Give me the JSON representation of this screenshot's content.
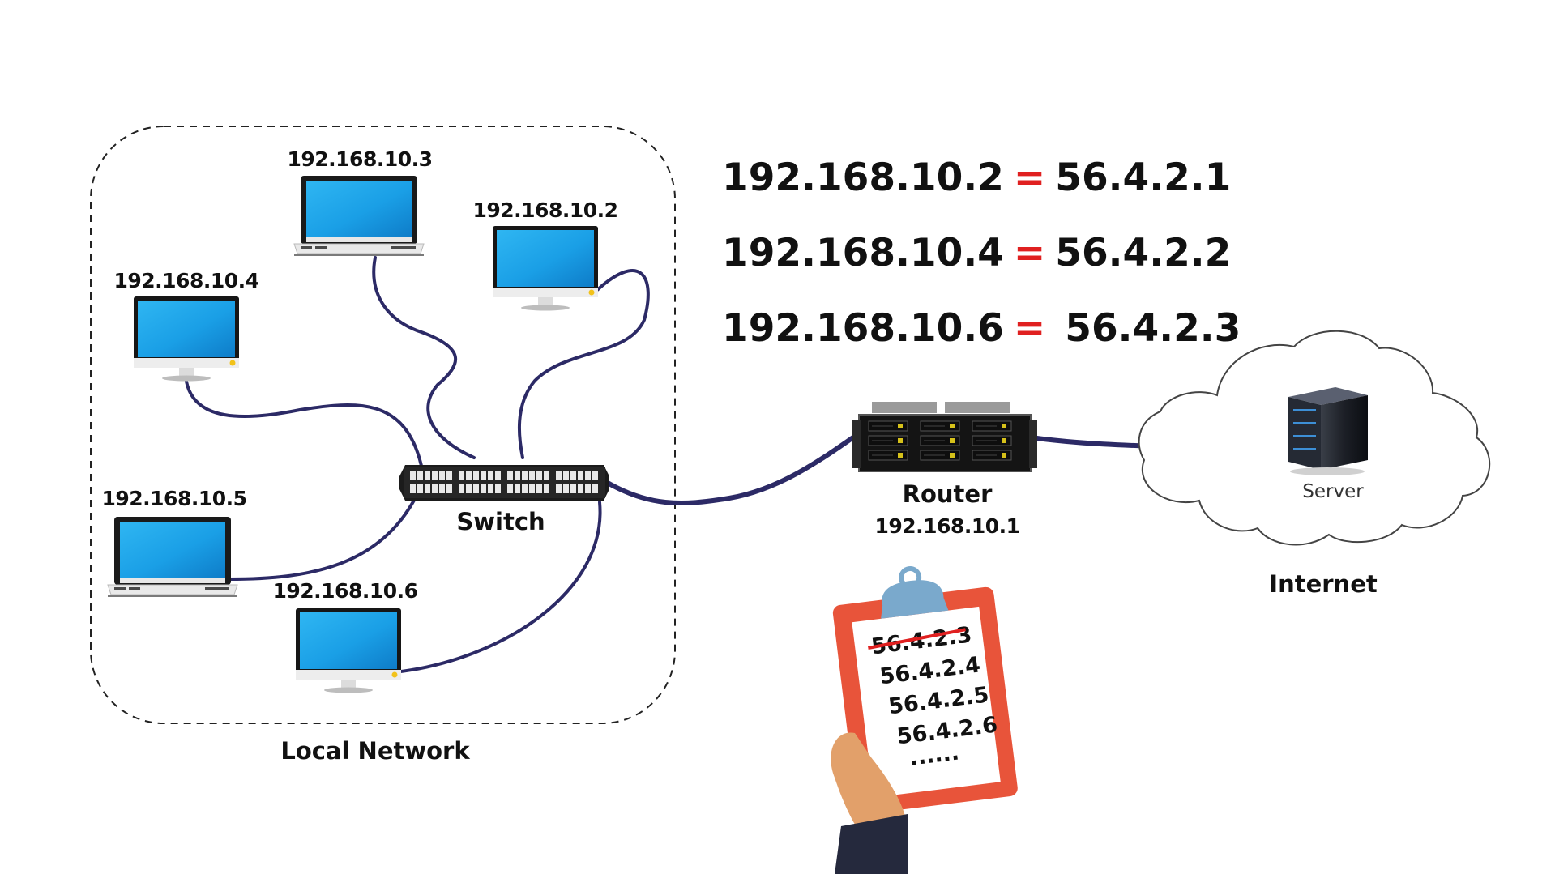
{
  "local_network": {
    "label": "Local Network",
    "hosts": [
      {
        "ip": "192.168.10.3",
        "device": "laptop"
      },
      {
        "ip": "192.168.10.2",
        "device": "desktop-monitor"
      },
      {
        "ip": "192.168.10.4",
        "device": "desktop-monitor"
      },
      {
        "ip": "192.168.10.5",
        "device": "laptop"
      },
      {
        "ip": "192.168.10.6",
        "device": "desktop-monitor"
      }
    ]
  },
  "switch": {
    "label": "Switch"
  },
  "router": {
    "label": "Router",
    "ip": "192.168.10.1"
  },
  "nat_table": [
    {
      "private": "192.168.10.2",
      "separator": "=",
      "public": "56.4.2.1"
    },
    {
      "private": "192.168.10.4",
      "separator": "=",
      "public": "56.4.2.2"
    },
    {
      "private": "192.168.10.6",
      "separator": "=",
      "public": "56.4.2.3"
    }
  ],
  "internet": {
    "label": "Internet",
    "server_label": "Server"
  },
  "clipboard": {
    "used": [
      "56.4.2.3"
    ],
    "available": [
      "56.4.2.4",
      "56.4.2.5",
      "56.4.2.6"
    ],
    "more": "......"
  },
  "colors": {
    "cable": "#2c2a66",
    "screen": "#1ea3e6",
    "equals": "#e02020",
    "clipboard": "#e8543a",
    "clip": "#7aa9cc",
    "hand": "#e2a06a",
    "sleeve": "#25293d"
  }
}
